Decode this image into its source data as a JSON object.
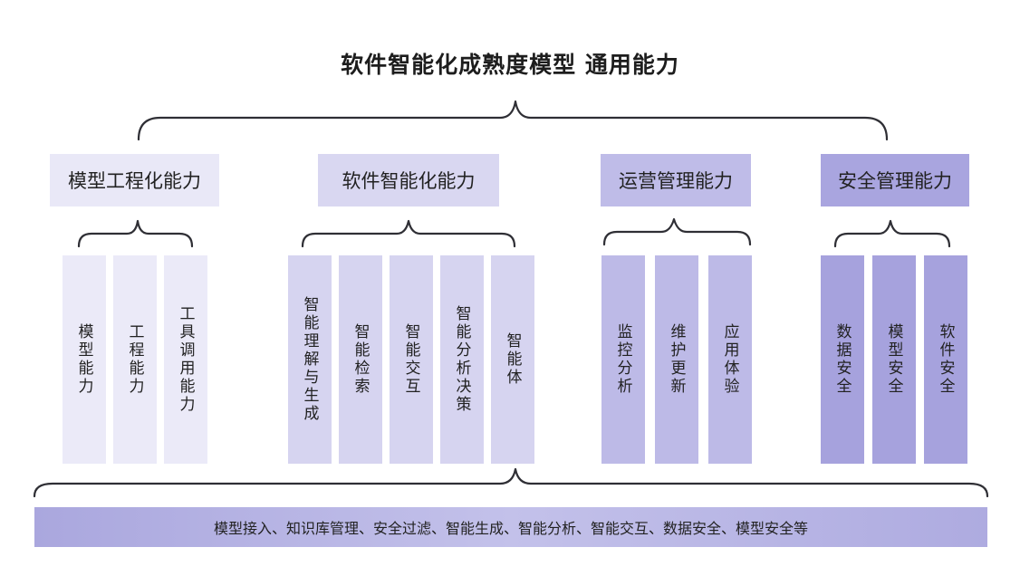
{
  "title": "软件智能化成熟度模型 通用能力",
  "categories": [
    {
      "label": "模型工程化能力",
      "color": "#e9e8f7",
      "column_color": "#ebeaf8",
      "items": [
        "模型能力",
        "工程能力",
        "工具调用能力"
      ]
    },
    {
      "label": "软件智能化能力",
      "color": "#d9d7f1",
      "column_color": "#d6d4f0",
      "items": [
        "智能理解与生成",
        "智能检索",
        "智能交互",
        "智能分析决策",
        "智能体"
      ]
    },
    {
      "label": "运营管理能力",
      "color": "#bfbce8",
      "column_color": "#bdbae7",
      "items": [
        "监控分析",
        "维护更新",
        "应用体验"
      ]
    },
    {
      "label": "安全管理能力",
      "color": "#a9a5df",
      "column_color": "#a6a2dd",
      "items": [
        "数据安全",
        "模型安全",
        "软件安全"
      ]
    }
  ],
  "bottom_bar": {
    "label": "模型接入、知识库管理、安全过滤、智能生成、智能分析、智能交互、数据安全、模型安全等"
  }
}
